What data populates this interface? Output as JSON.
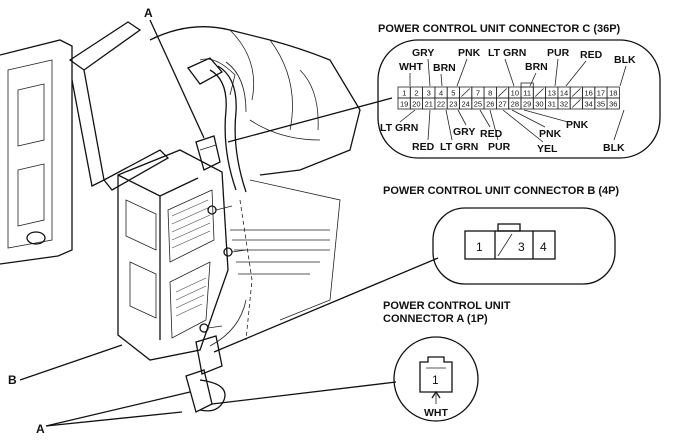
{
  "callouts": {
    "a_top": "A",
    "b": "B",
    "a_bottom": "A"
  },
  "connector_c": {
    "title": "POWER CONTROL UNIT CONNECTOR C (36P)",
    "top_pins": [
      "1",
      "2",
      "3",
      "4",
      "5",
      "",
      "7",
      "8",
      "",
      "10",
      "11",
      "",
      "13",
      "14",
      "",
      "16",
      "17",
      "18"
    ],
    "bottom_pins": [
      "19",
      "20",
      "21",
      "22",
      "23",
      "24",
      "25",
      "26",
      "27",
      "28",
      "29",
      "30",
      "31",
      "32",
      "",
      "34",
      "35",
      "36"
    ],
    "wires": {
      "wht": "WHT",
      "gry_top": "GRY",
      "brn_top": "BRN",
      "pnk_top": "PNK",
      "ltgrn_top": "LT GRN",
      "brn_top2": "BRN",
      "pur_top": "PUR",
      "red_top": "RED",
      "blk_top": "BLK",
      "ltgrn_bot": "LT GRN",
      "red_bot": "RED",
      "gry_bot": "GRY",
      "ltgrn_bot2": "LT GRN",
      "red_bot2": "RED",
      "pur_bot": "PUR",
      "pnk_bot": "PNK",
      "yel_bot": "YEL",
      "pnk_bot2": "PNK",
      "blk_bot": "BLK"
    }
  },
  "connector_b": {
    "title": "POWER CONTROL UNIT CONNECTOR B (4P)",
    "pins": [
      "1",
      "3",
      "4"
    ]
  },
  "connector_a": {
    "title_line1": "POWER CONTROL UNIT",
    "title_line2": "CONNECTOR A (1P)",
    "pin": "1",
    "wire": "WHT"
  }
}
